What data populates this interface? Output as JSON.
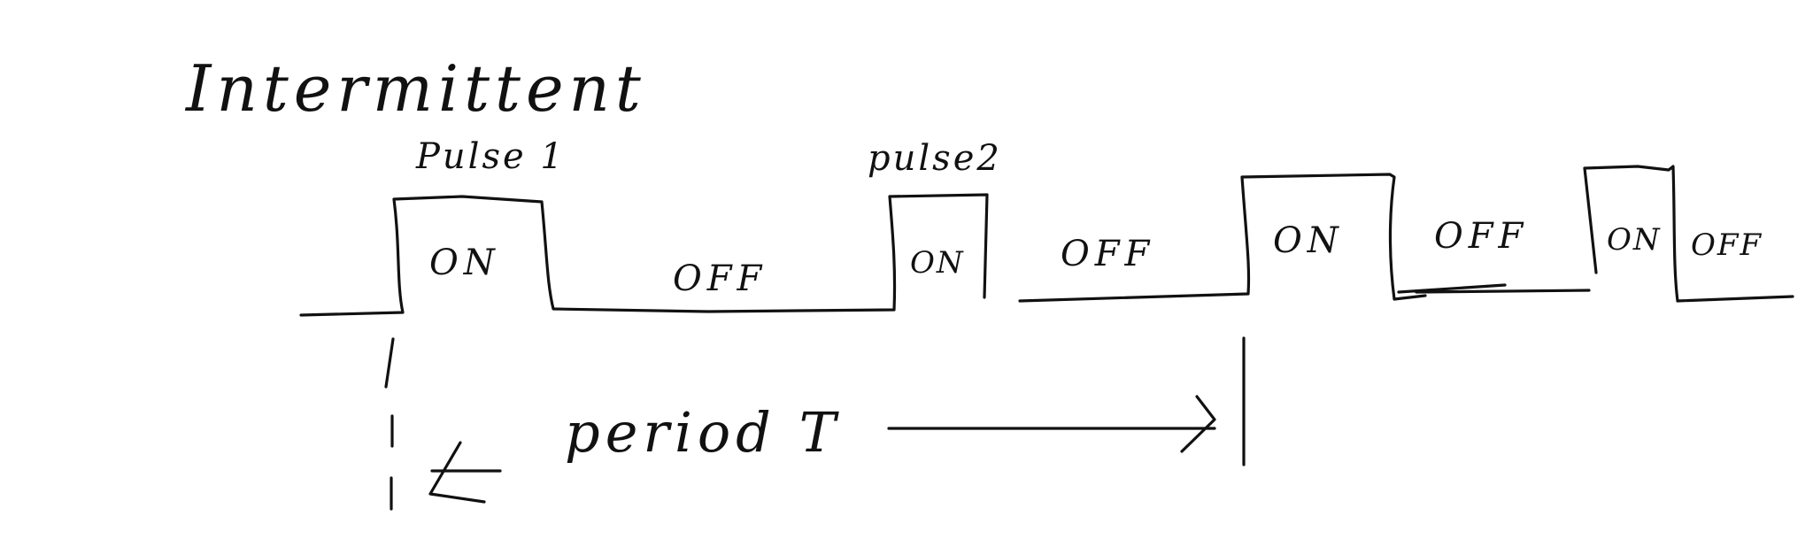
{
  "title": "Intermittent",
  "pulses": {
    "pulse1": "Pulse 1",
    "pulse2": "pulse2"
  },
  "segments": {
    "on": "ON",
    "off": "OFF"
  },
  "period": {
    "label": "period T",
    "arrow_left": "←",
    "arrow_right": "→"
  }
}
